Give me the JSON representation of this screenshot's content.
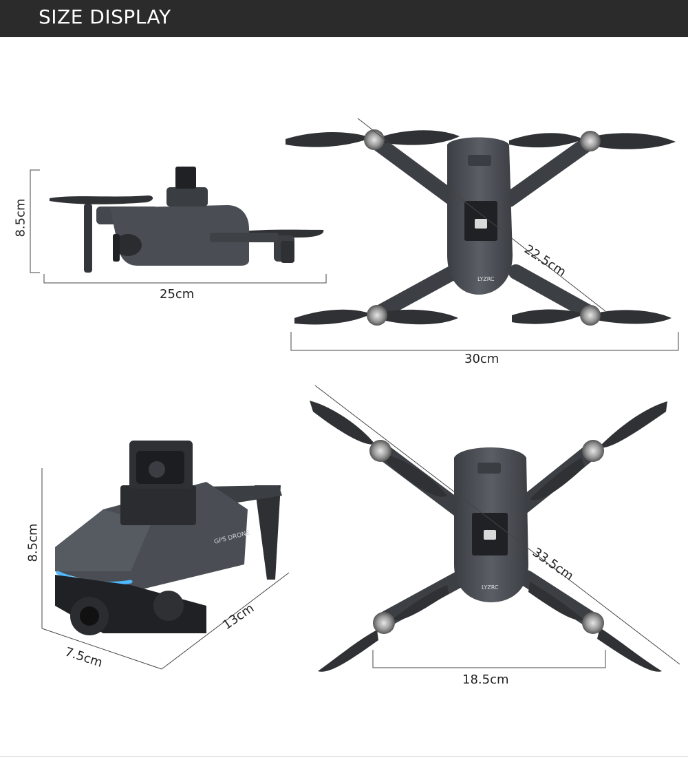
{
  "header": {
    "title": "SIZE DISPLAY"
  },
  "panels": {
    "side_view": {
      "height": "8.5cm",
      "length": "25cm"
    },
    "top_folded_view": {
      "diagonal": "22.5cm",
      "width": "30cm"
    },
    "folded_3d_view": {
      "height": "8.5cm",
      "depth": "13cm",
      "width": "7.5cm"
    },
    "top_unfolded_view": {
      "diagonal": "33.5cm",
      "width": "18.5cm"
    }
  },
  "drone": {
    "brand_mark": "LYZRC",
    "body_text": "GPS DRONE"
  },
  "colors": {
    "header_bg": "#2b2b2b",
    "drone_body": "#4a4e54",
    "drone_dark": "#2a2c30",
    "propeller": "#2f3134",
    "led": "#4fb8ff"
  }
}
